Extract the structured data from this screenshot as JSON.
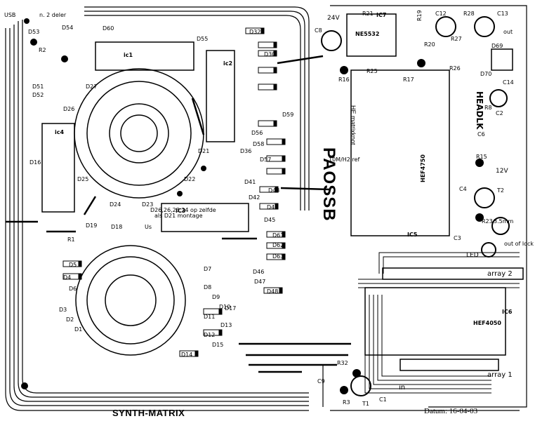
{
  "board": {
    "title": "SYNTH-MATRIX",
    "date": "Datum: 16-04-03",
    "side_text": "PAOSSB",
    "side_subtext": "HE matrixknot",
    "signature": "HEADLK",
    "note_usb": "USB",
    "note_deler": "n. 2 deler",
    "note_ref": "10M/H2 ref",
    "note_diodes": "D26,26,23,24 op zelfde",
    "note_diodes2": "als D21 montage",
    "note_lock": "out of lock led"
  },
  "chips": {
    "ic1": "ic1",
    "ic2": "ic2",
    "ic3": "IC3",
    "ic4": "ic4",
    "ic5": "IC5",
    "ic6": "IC6",
    "ic7": "IC7",
    "hef4750": "HEF4750",
    "hef4050": "HEF4050",
    "ne5532": "NE5532"
  },
  "labels": {
    "r1": "R1",
    "r2": "R2",
    "r3": "R3",
    "r8": "R8",
    "r15": "R15",
    "r16": "R16",
    "r17": "R17",
    "r19": "R19",
    "r20": "R20",
    "r21": "R21",
    "r23": "R23",
    "r25": "R25",
    "r26": "R26",
    "r27": "R27",
    "r28": "R28",
    "r32": "R32",
    "c1": "C1",
    "c2": "C2",
    "c3": "C3",
    "c4": "C4",
    "c6": "C6",
    "c8": "C8",
    "c9": "C9",
    "c12": "C12",
    "c13": "C13",
    "c14": "C14",
    "t1": "T1",
    "t2": "T2",
    "v24": "24V",
    "v12": "12V",
    "mm35": "3.5mm",
    "led": "LED",
    "out": "out",
    "in": "in",
    "array1": "array 1",
    "array2": "array 2",
    "us": "Us",
    "d27": "D27",
    "d26": "D26",
    "d25": "D25",
    "d21": "D21",
    "d22": "D22",
    "d23": "D23",
    "d24": "D24",
    "d60": "D60",
    "d51": "D51",
    "d52": "D52",
    "d53": "D53",
    "d54": "D54",
    "d55": "D55",
    "d56": "D56",
    "d57": "D57",
    "d58": "D58",
    "d59": "D59",
    "d16": "D16",
    "d18": "D18",
    "d19": "D19",
    "d32": "D32",
    "d30": "D30",
    "d36": "D36",
    "d41": "D41",
    "d42": "D42",
    "d43": "D43",
    "d44": "D44",
    "d45": "D45",
    "d61": "D61",
    "d62": "D62",
    "d63": "D63",
    "d46": "D46",
    "d47": "D47",
    "d48": "D48",
    "d69": "D69",
    "d70": "D70",
    "d5": "D5",
    "d4": "D4",
    "d6": "D6",
    "d3": "D3",
    "d2": "D2",
    "d1": "D1",
    "d7": "D7",
    "d8": "D8",
    "d9": "D9",
    "d10": "D10",
    "d11": "D11",
    "d12": "D12",
    "d13": "D13",
    "d14": "D14",
    "d15": "D15",
    "d17": "D17"
  }
}
